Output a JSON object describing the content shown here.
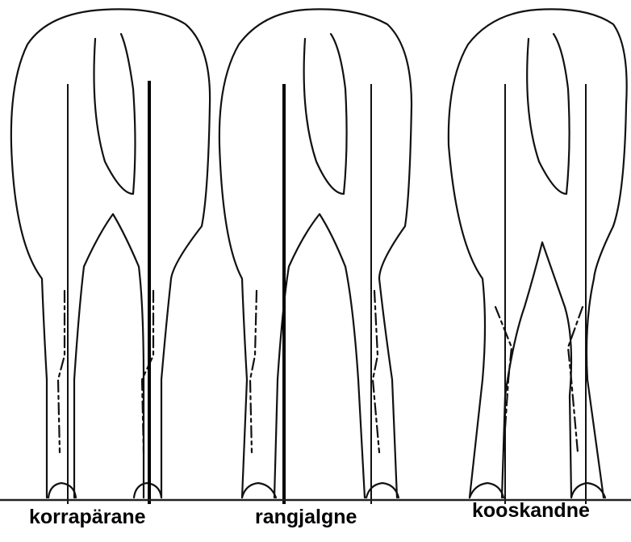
{
  "labels": [
    {
      "text": "korrapärane"
    },
    {
      "text": "rangjalgne"
    },
    {
      "text": "kooskandne"
    }
  ]
}
